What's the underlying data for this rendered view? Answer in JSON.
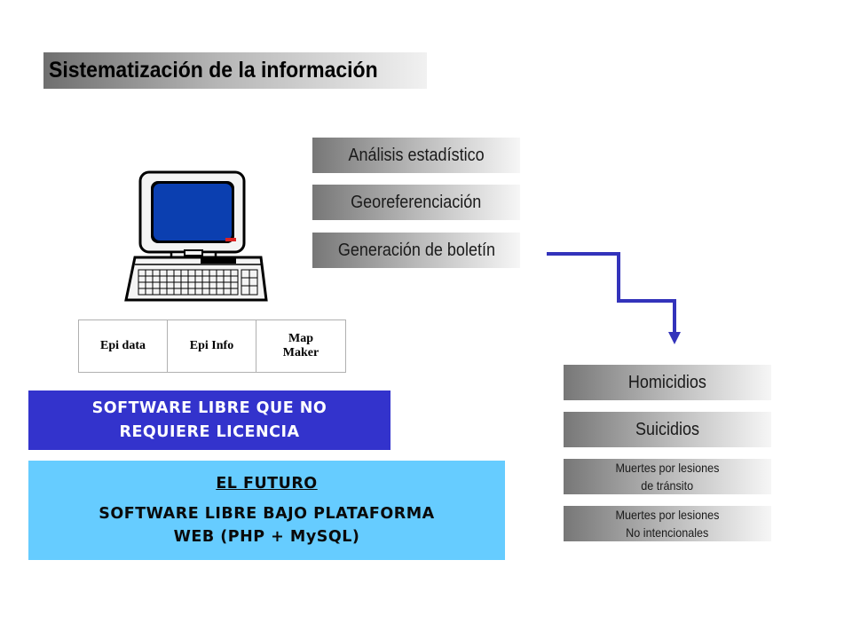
{
  "title": "Sistematización de la información",
  "processes": [
    "Análisis estadístico",
    "Georeferenciación",
    "Generación de boletín"
  ],
  "outputs": [
    {
      "line1": "Homicidios",
      "line2": ""
    },
    {
      "line1": "Suicidios",
      "line2": ""
    },
    {
      "line1": "Muertes por lesiones",
      "line2": "de tránsito"
    },
    {
      "line1": "Muertes por lesiones",
      "line2": "No intencionales"
    }
  ],
  "software_table": {
    "cells": [
      "Epi data",
      "Epi Info",
      "Map",
      "Maker"
    ]
  },
  "libre_box": {
    "line1": "SOFTWARE LIBRE QUE NO",
    "line2": "REQUIERE LICENCIA"
  },
  "futuro_box": {
    "heading": "EL FUTURO",
    "line1": "SOFTWARE LIBRE BAJO PLATAFORMA",
    "line2": "WEB (PHP + MySQL)"
  },
  "colors": {
    "arrow": "#3333bb",
    "monitor_screen": "#0b3fb0",
    "libre_bg": "#3333cc",
    "futuro_bg": "#66ccff"
  },
  "icons": {
    "computer": "desktop-computer-icon"
  }
}
